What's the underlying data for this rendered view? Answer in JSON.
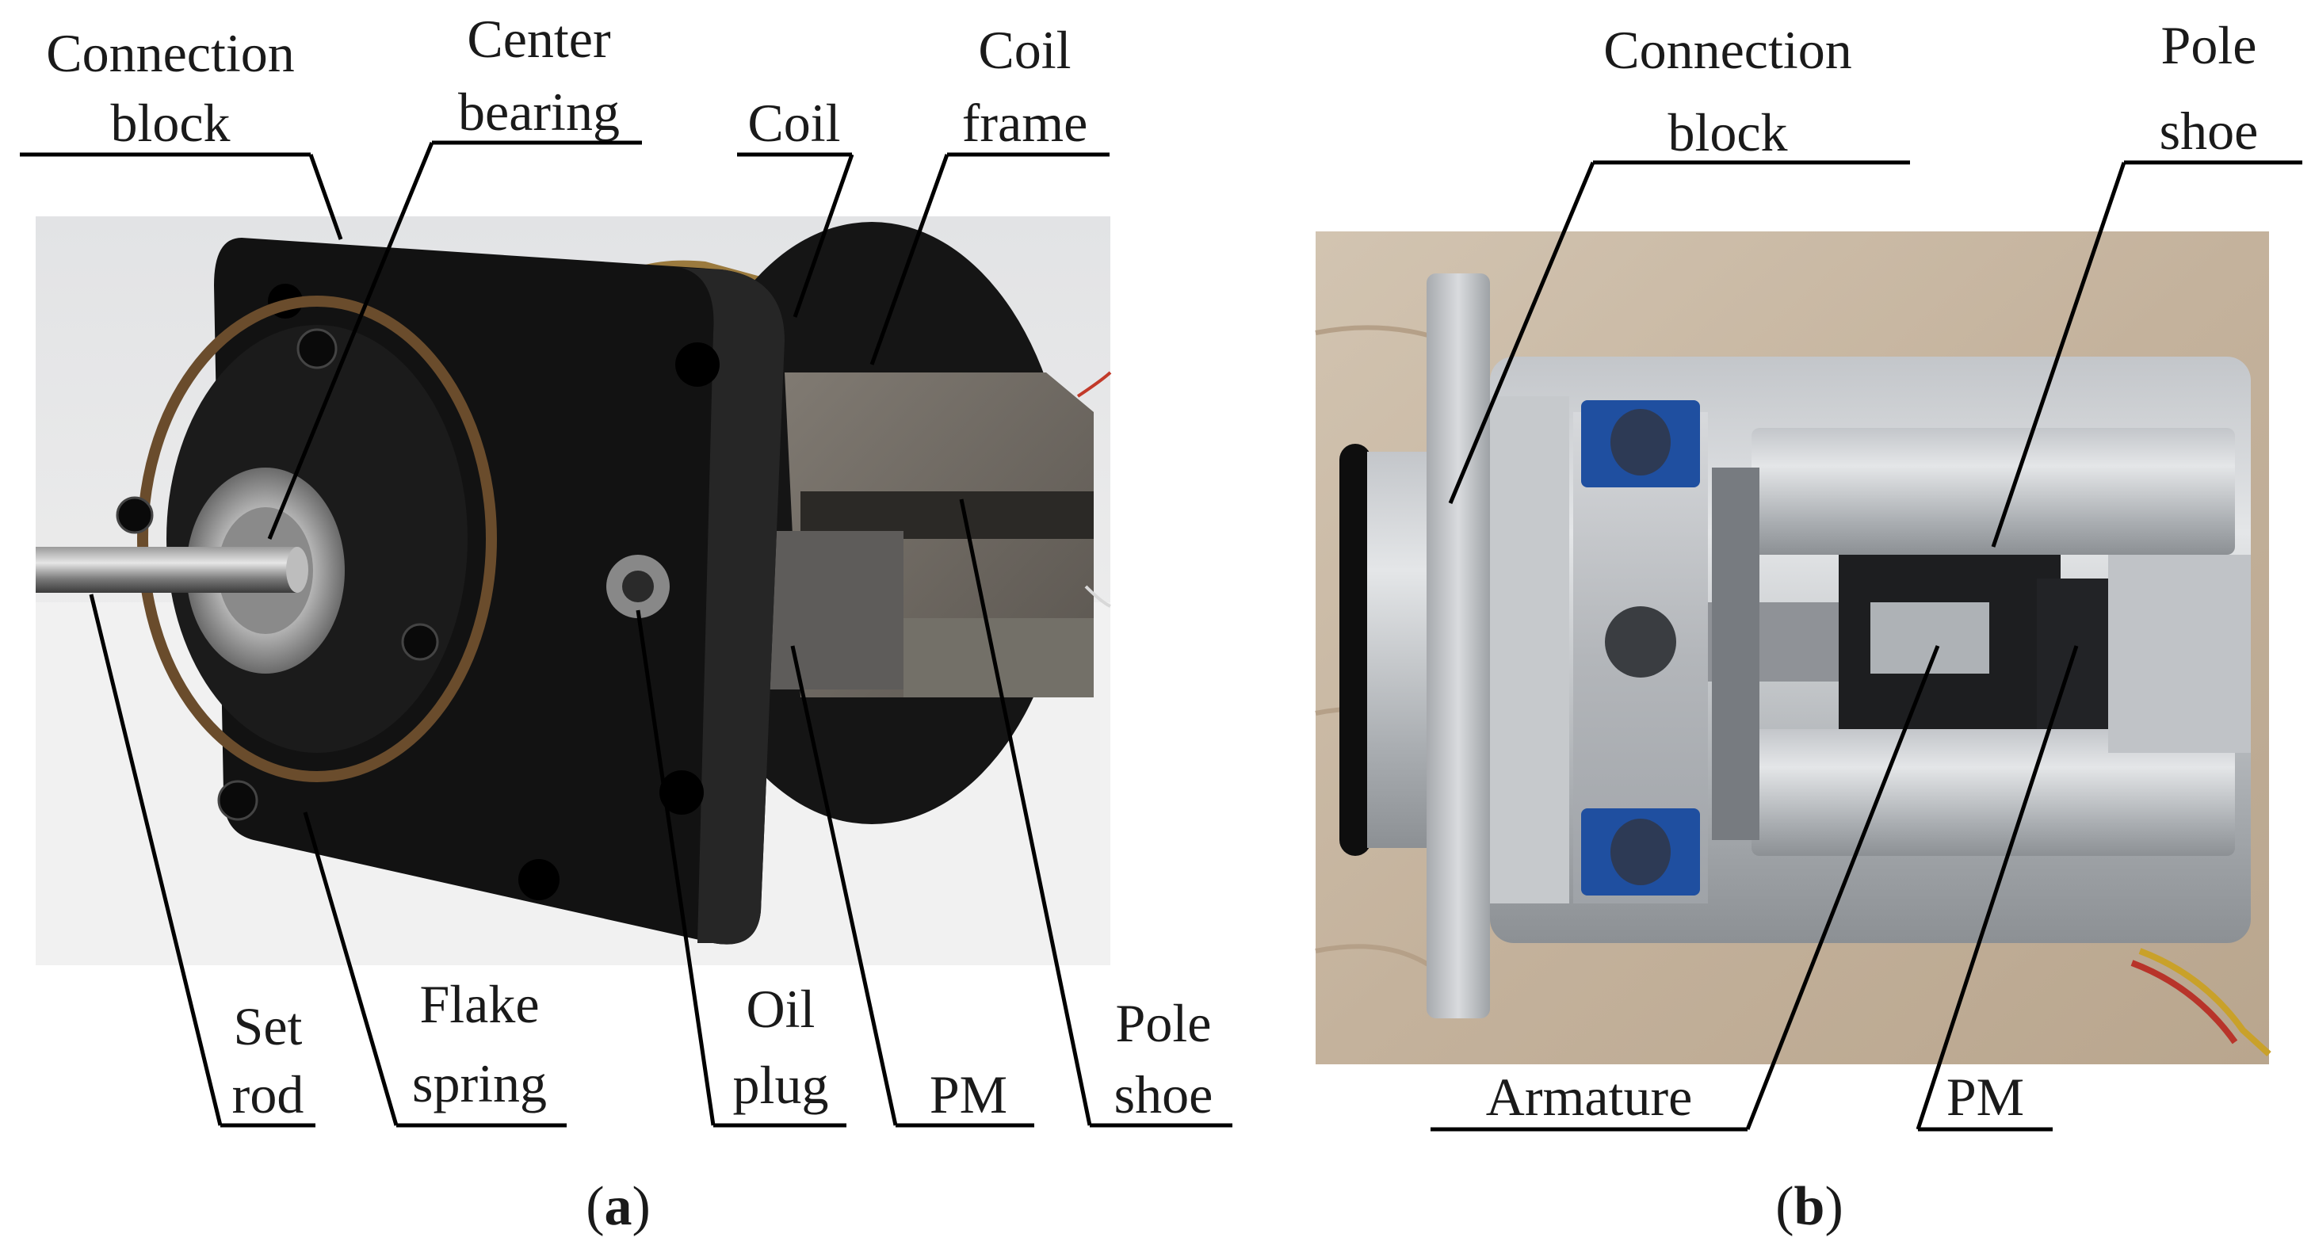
{
  "panel_a": {
    "labels": {
      "connection_block_1": "Connection",
      "connection_block_2": "block",
      "center_bearing_1": "Center",
      "center_bearing_2": "bearing",
      "coil": "Coil",
      "coil_frame_1": "Coil",
      "coil_frame_2": "frame",
      "set_rod_1": "Set",
      "set_rod_2": "rod",
      "flake_spring_1": "Flake",
      "flake_spring_2": "spring",
      "oil_plug_1": "Oil",
      "oil_plug_2": "plug",
      "pm": "PM",
      "pole_shoe_1": "Pole",
      "pole_shoe_2": "shoe"
    },
    "caption": {
      "open": "(",
      "letter": "a",
      "close": ")"
    }
  },
  "panel_b": {
    "labels": {
      "connection_block_1": "Connection",
      "connection_block_2": "block",
      "pole_shoe_1": "Pole",
      "pole_shoe_2": "shoe",
      "armature": "Armature",
      "pm": "PM"
    },
    "caption": {
      "open": "(",
      "letter": "b",
      "close": ")"
    }
  },
  "colors": {
    "photo_a_bg": "#e8e8e8",
    "photo_b_bg": "#c9b9a5",
    "black_block": "#141414",
    "aluminum": "#b9bcc0",
    "steel": "#6f6a64",
    "copper": "#b08a4a",
    "blue_glue": "#1f4fa0"
  }
}
